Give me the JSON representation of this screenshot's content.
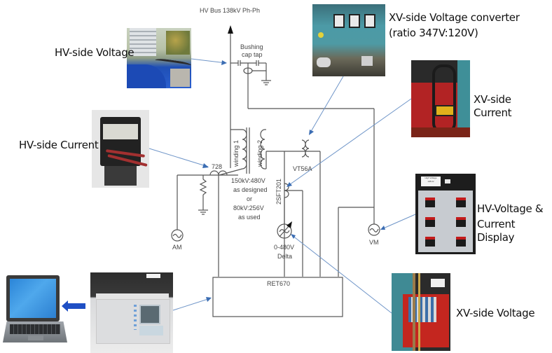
{
  "diagram": {
    "hv_bus_label": "HV Bus 138kV Ph-Ph",
    "bushing_label_line1": "Bushing",
    "bushing_label_line2": "cap tap",
    "ct_label": "728",
    "winding1_label": "winding 1",
    "winding2_label": "winding 2",
    "rating_line1": "150kV:480V",
    "rating_line2": "as designed",
    "rating_line3": "or",
    "rating_line4": "80kV:256V",
    "rating_line5": "as used",
    "vt_label": "VT56A",
    "sct_label": "2SFT201",
    "source_label_line1": "0-480V",
    "source_label_line2": "Delta",
    "ammeter_label": "AM",
    "voltmeter_label": "VM",
    "relay_label": "RET670"
  },
  "callouts": {
    "hv_voltage": "HV-side Voltage",
    "hv_current": "HV-side Current",
    "xv_converter_line1": "XV-side Voltage converter",
    "xv_converter_line2": "(ratio 347V:120V)",
    "xv_current": "XV-side Current",
    "display_line1": "HV-Voltage &",
    "display_line2": "Current Display",
    "xv_voltage": "XV-side Voltage"
  },
  "display_panel": {
    "title_line1": "High Voltage",
    "title_line2": "138 kV"
  },
  "colors": {
    "line": "#555555",
    "pointer": "#4f81bd",
    "arrow_block": "#1f4fc4"
  }
}
